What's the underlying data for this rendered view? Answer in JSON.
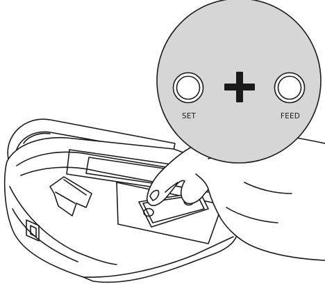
{
  "callout": {
    "left_button_label": "SET",
    "right_button_label": "FEED",
    "combine_symbol": "+"
  },
  "colors": {
    "line": "#1a1a1a",
    "callout_fill": "#d6d6d6",
    "body_fill": "#ffffff"
  },
  "icons": {
    "left_button": "round-push-button",
    "right_button": "round-push-button",
    "plus": "plus-sign",
    "hand": "pressing-hand",
    "printer": "portable-receipt-printer"
  }
}
